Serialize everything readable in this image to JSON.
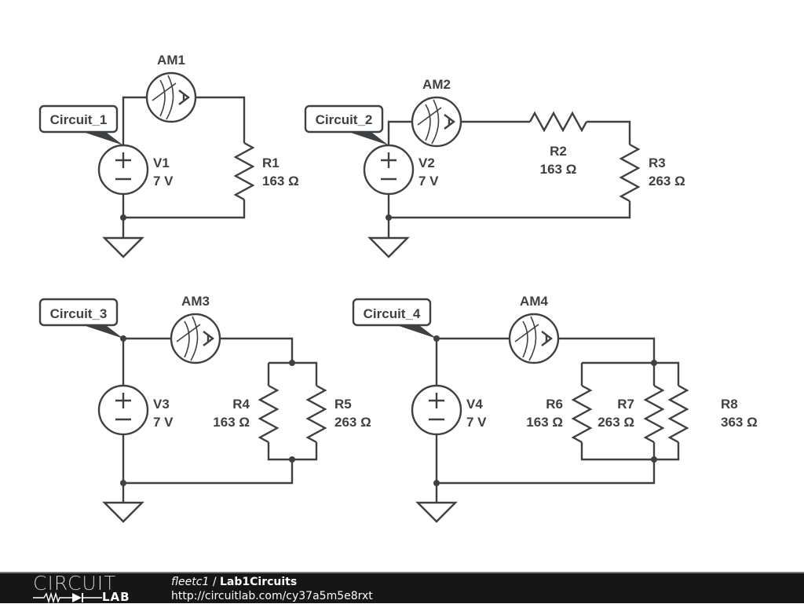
{
  "circuits": [
    {
      "net_label": "Circuit_1",
      "source": {
        "name": "V1",
        "value": "7 V"
      },
      "ammeter": {
        "name": "AM1"
      },
      "resistors": [
        {
          "name": "R1",
          "value": "163 Ω"
        }
      ],
      "topology": "series"
    },
    {
      "net_label": "Circuit_2",
      "source": {
        "name": "V2",
        "value": "7 V"
      },
      "ammeter": {
        "name": "AM2"
      },
      "resistors": [
        {
          "name": "R2",
          "value": "163 Ω"
        },
        {
          "name": "R3",
          "value": "263 Ω"
        }
      ],
      "topology": "series"
    },
    {
      "net_label": "Circuit_3",
      "source": {
        "name": "V3",
        "value": "7 V"
      },
      "ammeter": {
        "name": "AM3"
      },
      "resistors": [
        {
          "name": "R4",
          "value": "163 Ω"
        },
        {
          "name": "R5",
          "value": "263 Ω"
        }
      ],
      "topology": "parallel"
    },
    {
      "net_label": "Circuit_4",
      "source": {
        "name": "V4",
        "value": "7 V"
      },
      "ammeter": {
        "name": "AM4"
      },
      "resistors": [
        {
          "name": "R6",
          "value": "163 Ω"
        },
        {
          "name": "R7",
          "value": "263 Ω"
        },
        {
          "name": "R8",
          "value": "363 Ω"
        }
      ],
      "topology": "parallel"
    }
  ],
  "footer": {
    "logo_top": "CIRCUIT",
    "logo_bottom": "LAB",
    "user": "fleetc1",
    "separator": "/",
    "project": "Lab1Circuits",
    "url": "http://circuitlab.com/cy37a5m5e8rxt"
  },
  "colors": {
    "wire": "#3d4144",
    "footer_bg": "#161616",
    "footer_text": "#ffffff"
  }
}
